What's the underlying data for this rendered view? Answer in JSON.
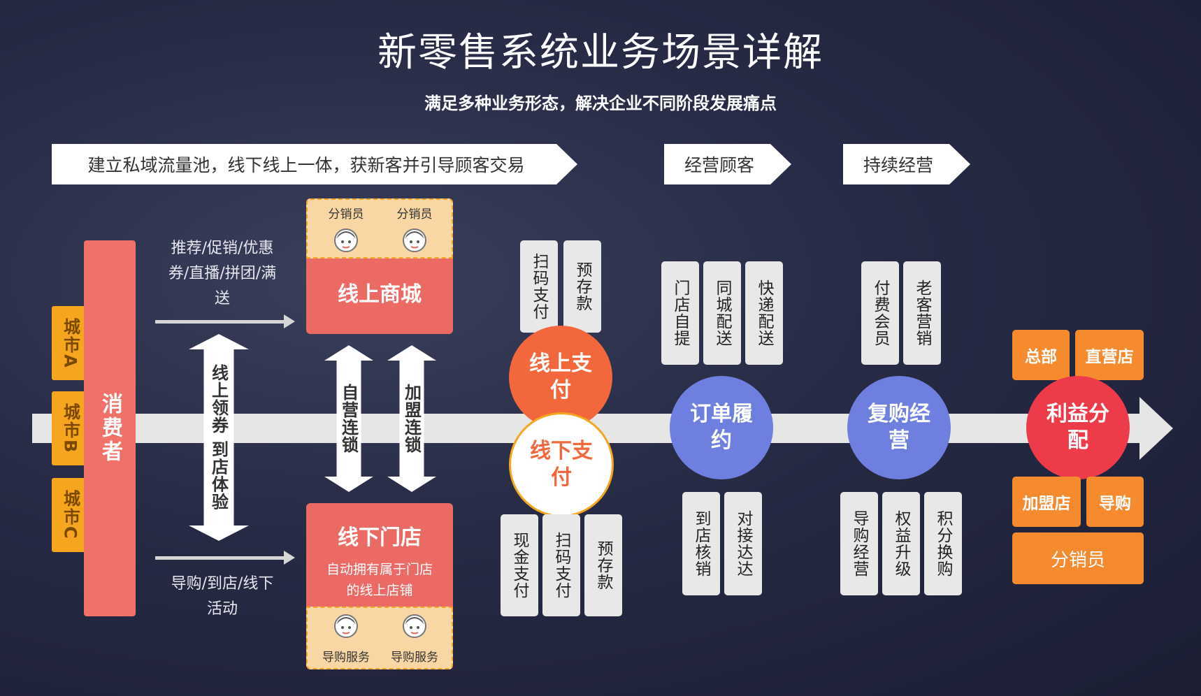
{
  "header": {
    "title": "新零售系统业务场景详解",
    "subtitle": "满足多种业务形态，解决企业不同阶段发展痛点"
  },
  "banners": [
    "建立私域流量池，线下线上一体，获新客并引导顾客交易",
    "经营顾客",
    "持续经营"
  ],
  "consumer": {
    "label": "消费者",
    "cities": [
      "城市A",
      "城市B",
      "城市C"
    ]
  },
  "flows": {
    "online_channel": "推荐/促销/优惠券/直播/拼团/满送",
    "offline_channel": "导购/到店/线下活动",
    "bidirectional": "线上领券 到店体验",
    "self_chain": "自营连锁",
    "franchise_chain": "加盟连锁"
  },
  "online_mall": {
    "name": "线上商城",
    "staff": [
      "分销员",
      "分销员"
    ]
  },
  "offline_store": {
    "name": "线下门店",
    "desc": "自动拥有属于门店的线上店铺",
    "staff": [
      "导购服务",
      "导购服务"
    ]
  },
  "payment": {
    "online": "线上支付",
    "offline": "线下支付",
    "online_methods": [
      "扫码支付",
      "预存款"
    ],
    "offline_methods": [
      "现金支付",
      "扫码支付",
      "预存款"
    ]
  },
  "order": {
    "label": "订单履约",
    "top": [
      "门店自提",
      "同城配送",
      "快递配送"
    ],
    "bottom": [
      "到店核销",
      "对接达达"
    ]
  },
  "repurchase": {
    "label": "复购经营",
    "top": [
      "付费会员",
      "老客营销"
    ],
    "bottom": [
      "导购经营",
      "权益升级",
      "积分换购"
    ]
  },
  "profit": {
    "label": "利益分配",
    "top": [
      "总部",
      "直营店"
    ],
    "bottom": [
      "加盟店",
      "导购"
    ],
    "bottom_wide": "分销员"
  },
  "colors": {
    "consumer": "#f07167",
    "city": "#f6a51e",
    "online_pay": "#f2683c",
    "order": "#6f7fe0",
    "profit": "#ee3b4a",
    "orange_box": "#f58a2e"
  }
}
